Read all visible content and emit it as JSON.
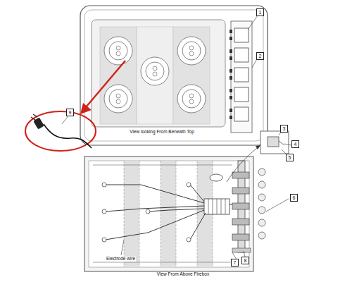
{
  "diagram": {
    "labels": [
      "1",
      "2",
      "9",
      "View looking From Beneath Top",
      "3",
      "4",
      "5",
      "6",
      "Electrode wire",
      "View From Above Firebox",
      "7",
      "8"
    ]
  }
}
